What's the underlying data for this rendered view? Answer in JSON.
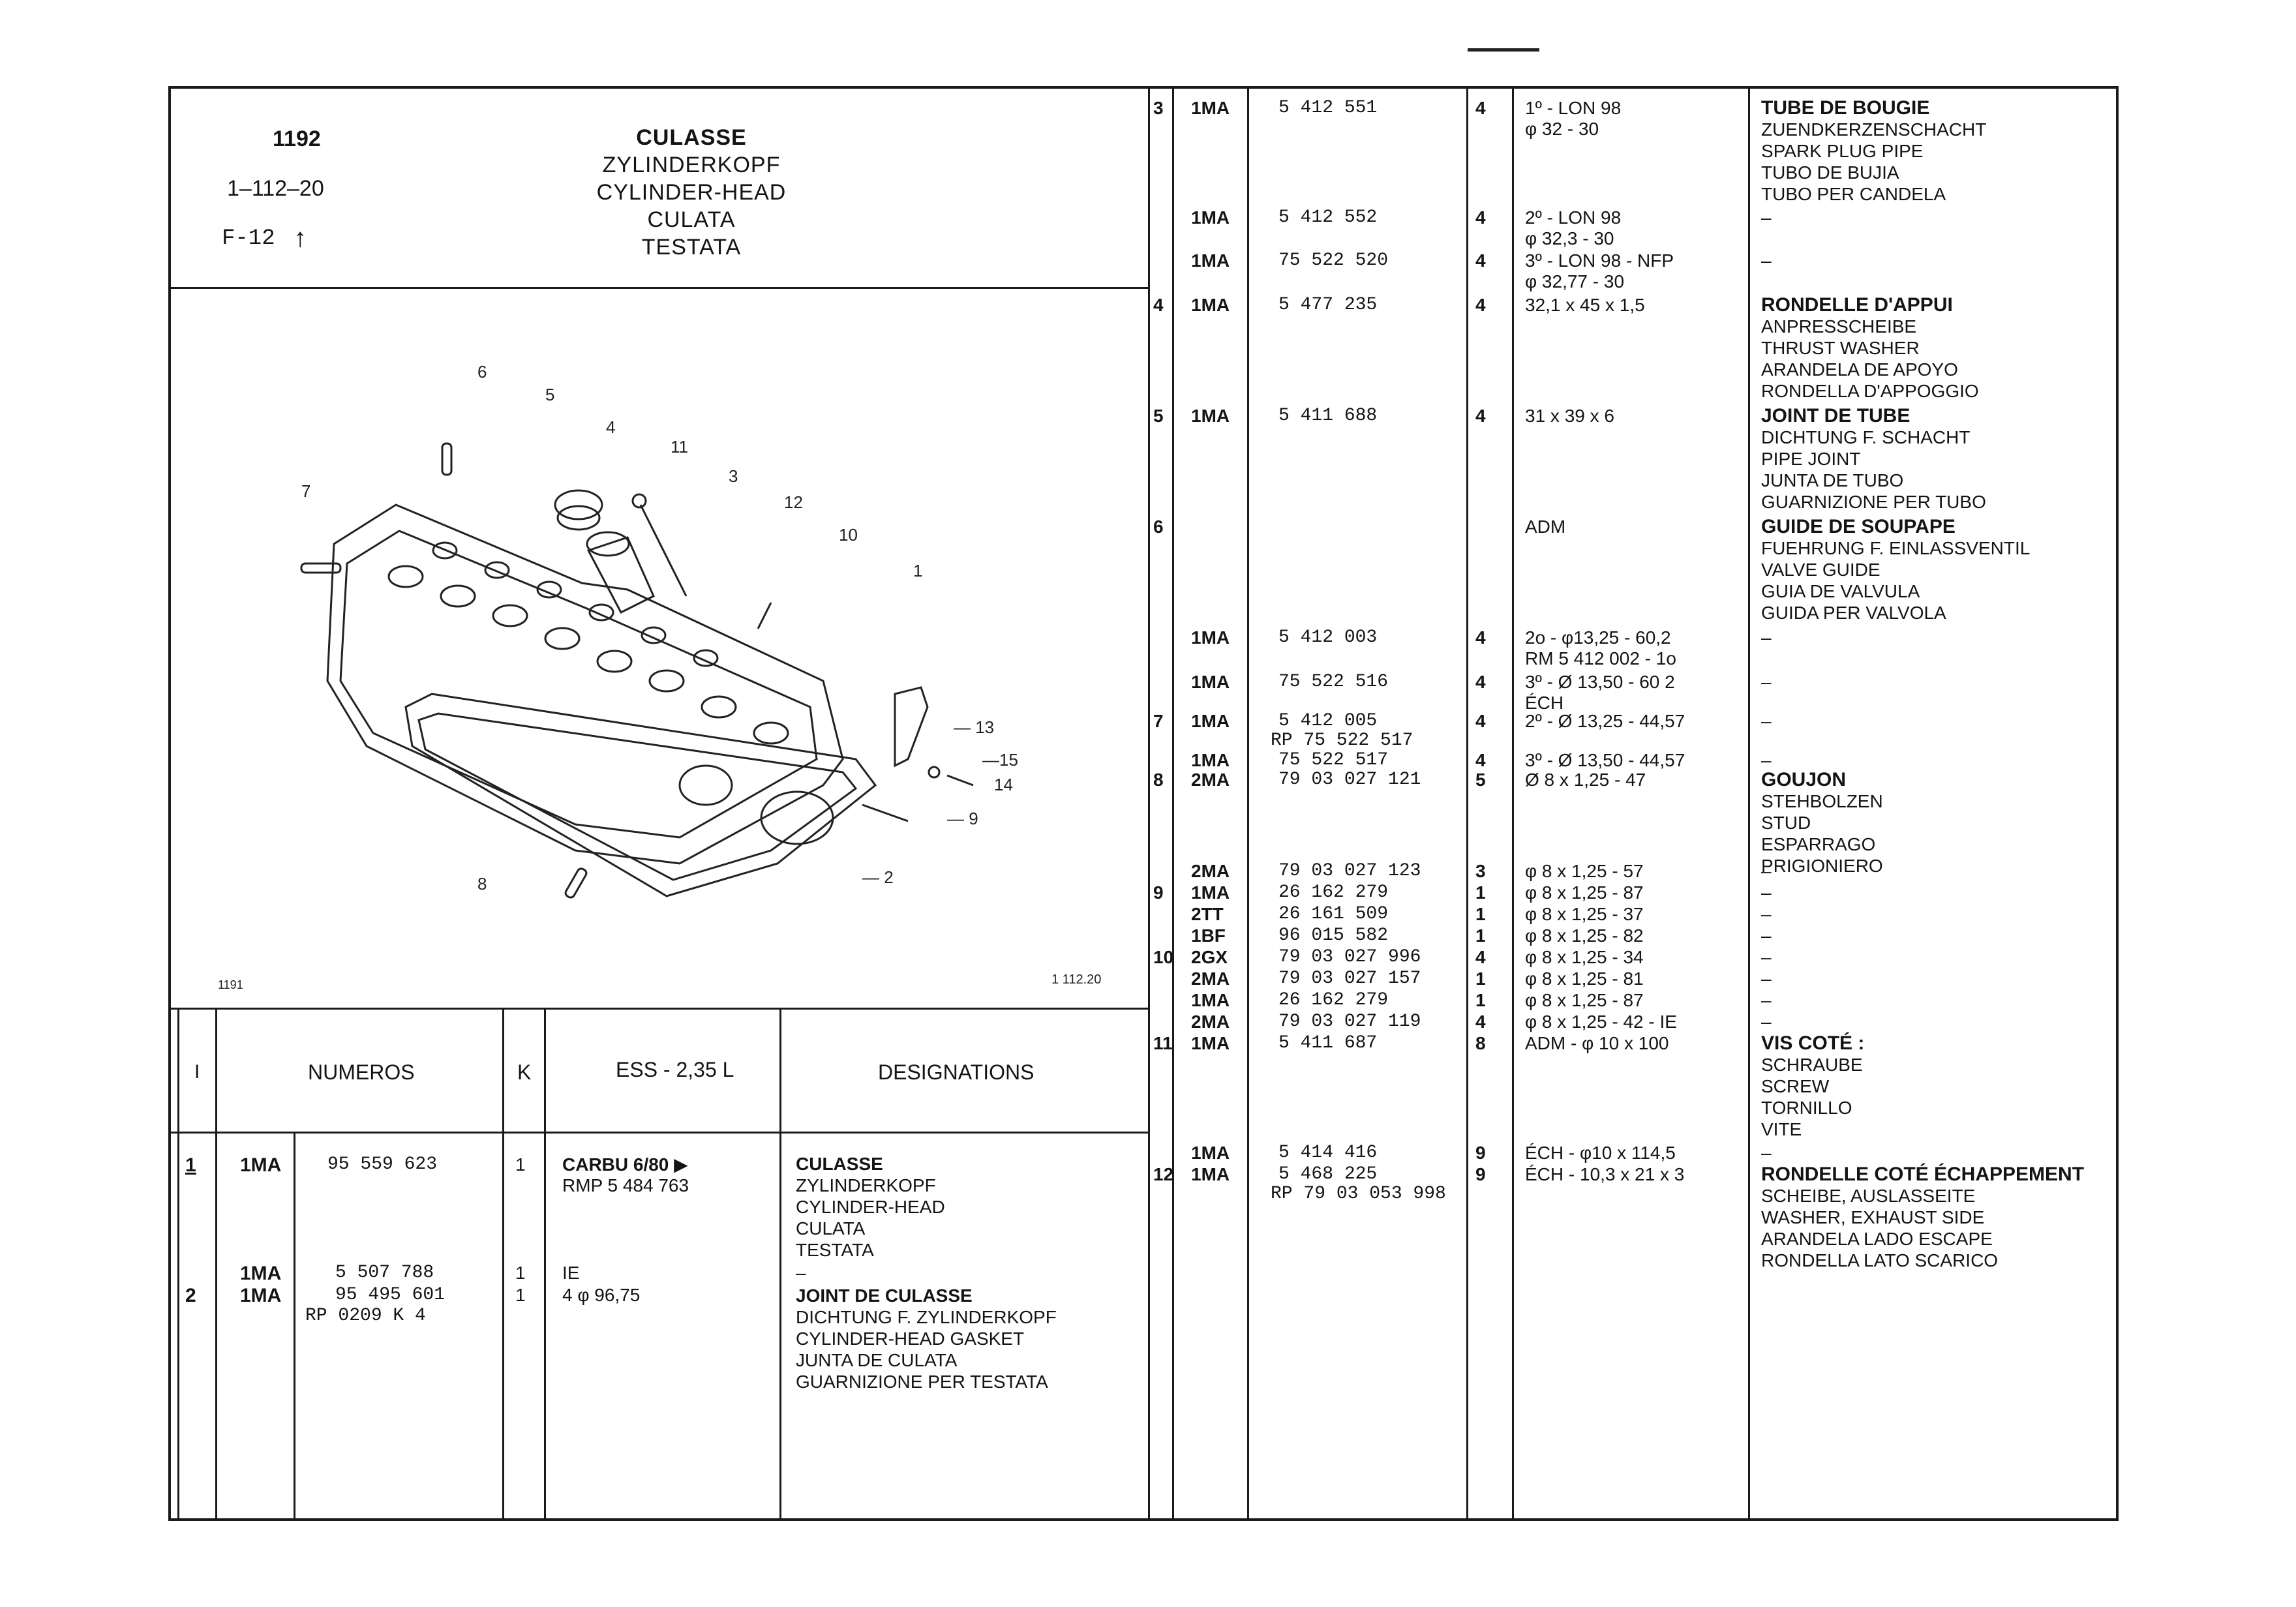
{
  "header": {
    "page_number": "1192",
    "ref_code": "1–112–20",
    "family": "F-12",
    "titles": [
      "CULASSE",
      "ZYLINDERKOPF",
      "CYLINDER-HEAD",
      "CULATA",
      "TESTATA"
    ]
  },
  "illustration": {
    "callouts": [
      "1",
      "2",
      "3",
      "4",
      "5",
      "6",
      "7",
      "8",
      "9",
      "10",
      "11",
      "12",
      "13",
      "14",
      "15"
    ],
    "footer_left": "1191",
    "footer_right": "1 112.20"
  },
  "left_table": {
    "headers": {
      "index": "I",
      "numeros": "NUMEROS",
      "k": "K",
      "ess": "ESS - 2,35 L",
      "designations": "DESIGNATIONS"
    },
    "rows": [
      {
        "index": "1",
        "code": "1MA",
        "ref": "95 559 623",
        "k": "1",
        "ess": [
          "CARBU          6/80 ▶",
          "RMP 5 484 763"
        ],
        "designations": [
          "CULASSE",
          "ZYLINDERKOPF",
          "CYLINDER-HEAD",
          "CULATA",
          "TESTATA"
        ]
      },
      {
        "index": "",
        "code": "1MA",
        "ref": "5 507 788",
        "k": "1",
        "ess": [
          "IE"
        ],
        "designations": [
          "–"
        ]
      },
      {
        "index": "2",
        "code": "1MA",
        "ref": "95 495 601",
        "ref2": "RP 0209 K 4",
        "k": "1",
        "ess": [
          "4 φ 96,75"
        ],
        "designations": [
          "JOINT DE CULASSE",
          "DICHTUNG F. ZYLINDERKOPF",
          "CYLINDER-HEAD GASKET",
          "JUNTA DE CULATA",
          "GUARNIZIONE PER TESTATA"
        ]
      }
    ]
  },
  "right_table": {
    "rows": [
      {
        "index": "3",
        "code": "1MA",
        "ref": "5 412 551",
        "k": "4",
        "ess": [
          "1º - LON 98",
          "φ 32 - 30"
        ],
        "designations": [
          "TUBE DE BOUGIE",
          "ZUENDKERZENSCHACHT",
          "SPARK PLUG PIPE",
          "TUBO DE BUJIA",
          "TUBO PER CANDELA"
        ]
      },
      {
        "index": "",
        "code": "1MA",
        "ref": "5 412 552",
        "k": "4",
        "ess": [
          "2º - LON 98",
          "φ 32,3 - 30"
        ],
        "designations": [
          "–"
        ]
      },
      {
        "index": "",
        "code": "1MA",
        "ref": "75 522 520",
        "k": "4",
        "ess": [
          "3º - LON 98  - NFP",
          "φ 32,77 - 30"
        ],
        "designations": [
          "–"
        ]
      },
      {
        "index": "4",
        "code": "1MA",
        "ref": "5 477 235",
        "k": "4",
        "ess": [
          "32,1 x 45 x 1,5"
        ],
        "designations": [
          "RONDELLE D'APPUI",
          "ANPRESSCHEIBE",
          "THRUST WASHER",
          "ARANDELA DE APOYO",
          "RONDELLA D'APPOGGIO"
        ]
      },
      {
        "index": "5",
        "code": "1MA",
        "ref": "5 411 688",
        "k": "4",
        "ess": [
          "31 x 39 x 6"
        ],
        "designations": [
          "JOINT DE TUBE",
          "DICHTUNG F. SCHACHT",
          "PIPE JOINT",
          "JUNTA DE TUBO",
          "GUARNIZIONE PER TUBO"
        ]
      },
      {
        "index": "6",
        "code": "",
        "ref": "",
        "k": "",
        "ess": [
          "ADM"
        ],
        "designations": [
          "GUIDE DE SOUPAPE",
          "FUEHRUNG F. EINLASSVENTIL",
          "VALVE GUIDE",
          "GUIA DE VALVULA",
          "GUIDA PER VALVOLA"
        ]
      },
      {
        "index": "",
        "code": "1MA",
        "ref": "5 412 003",
        "k": "4",
        "ess": [
          "2o - φ13,25 - 60,2",
          "RM 5 412 002 - 1o"
        ],
        "designations": [
          "–"
        ]
      },
      {
        "index": "",
        "code": "1MA",
        "ref": "75 522 516",
        "k": "4",
        "ess": [
          "3º - Ø 13,50 - 60 2",
          "ÉCH"
        ],
        "designations": [
          "–"
        ]
      },
      {
        "index": "7",
        "code": "1MA",
        "ref": "5 412 005",
        "ref2": "RP 75 522 517",
        "k": "4",
        "ess": [
          "2º - Ø 13,25 - 44,57"
        ],
        "designations": [
          "–"
        ]
      },
      {
        "index": "",
        "code": "1MA",
        "ref": "75 522 517",
        "k": "4",
        "ess": [
          "3º - Ø 13,50 - 44,57"
        ],
        "designations": [
          "–"
        ]
      },
      {
        "index": "8",
        "code": "2MA",
        "ref": "79 03 027 121",
        "k": "5",
        "ess": [
          "Ø 8 x 1,25 - 47"
        ],
        "designations": [
          "GOUJON",
          "STEHBOLZEN",
          "STUD",
          "ESPARRAGO",
          "PRIGIONIERO"
        ]
      },
      {
        "index": "",
        "code": "2MA",
        "ref": "79 03 027 123",
        "k": "3",
        "ess": [
          "φ 8 x 1,25 - 57"
        ],
        "designations": [
          "–"
        ]
      },
      {
        "index": "9",
        "code": "1MA",
        "ref": "26 162 279",
        "k": "1",
        "ess": [
          "φ 8 x 1,25 - 87"
        ],
        "designations": [
          "–"
        ]
      },
      {
        "index": "",
        "code": "2TT",
        "ref": "26 161 509",
        "k": "1",
        "ess": [
          "φ 8 x 1,25 - 37"
        ],
        "designations": [
          "–"
        ]
      },
      {
        "index": "",
        "code": "1BF",
        "ref": "96 015 582",
        "k": "1",
        "ess": [
          "φ 8 x 1,25 - 82"
        ],
        "designations": [
          "–"
        ]
      },
      {
        "index": "10",
        "code": "2GX",
        "ref": "79 03 027 996",
        "k": "4",
        "ess": [
          "φ 8 x 1,25 - 34"
        ],
        "designations": [
          "–"
        ]
      },
      {
        "index": "",
        "code": "2MA",
        "ref": "79 03 027 157",
        "k": "1",
        "ess": [
          "φ 8 x 1,25 - 81"
        ],
        "designations": [
          "–"
        ]
      },
      {
        "index": "",
        "code": "1MA",
        "ref": "26 162 279",
        "k": "1",
        "ess": [
          "φ 8 x 1,25 - 87"
        ],
        "designations": [
          "–"
        ]
      },
      {
        "index": "",
        "code": "2MA",
        "ref": "79 03 027 119",
        "k": "4",
        "ess": [
          "φ 8 x 1,25 - 42 - IE"
        ],
        "designations": [
          "–"
        ]
      },
      {
        "index": "11",
        "code": "1MA",
        "ref": "5 411 687",
        "k": "8",
        "ess": [
          "ADM - φ 10 x 100"
        ],
        "designations": [
          "VIS COTÉ :",
          "SCHRAUBE",
          "SCREW",
          "TORNILLO",
          "VITE"
        ]
      },
      {
        "index": "",
        "code": "1MA",
        "ref": "5 414 416",
        "k": "9",
        "ess": [
          "ÉCH -  φ10 x 114,5"
        ],
        "designations": [
          "–"
        ]
      },
      {
        "index": "12",
        "code": "1MA",
        "ref": "5 468 225",
        "ref2": "RP 79 03 053 998",
        "k": "9",
        "ess": [
          "ÉCH - 10,3 x 21 x 3"
        ],
        "designations": [
          "RONDELLE COTÉ ÉCHAPPEMENT",
          "SCHEIBE, AUSLASSEITE",
          "WASHER, EXHAUST SIDE",
          "ARANDELA LADO ESCAPE",
          "RONDELLA LATO SCARICO"
        ]
      }
    ]
  }
}
